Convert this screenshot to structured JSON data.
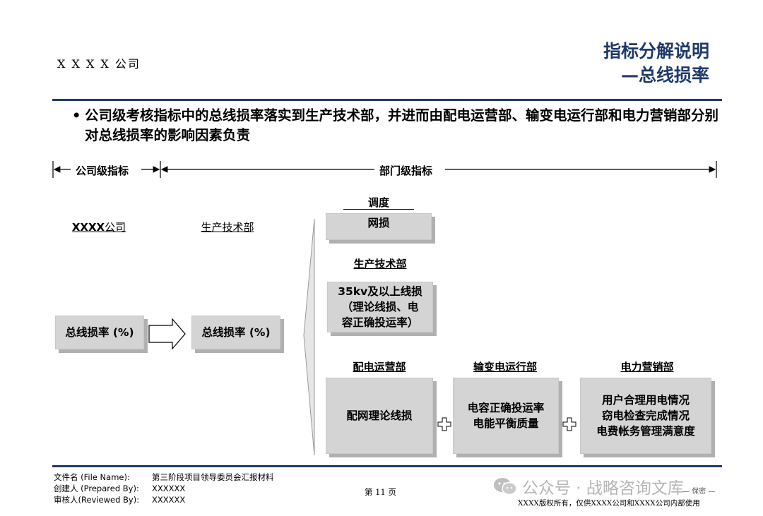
{
  "header": {
    "company": "X X X X 公司",
    "title_line1": "指标分解说明",
    "title_line2": "—总线损率"
  },
  "bullet": {
    "marker": "•",
    "text": "公司级考核指标中的总线损率落实到生产技术部，并进而由配电运营部、输变电运行部和电力营销部分别对总线损率的影响因素负责"
  },
  "scope": {
    "company_level": "公司级指标",
    "department_level": "部门级指标"
  },
  "left": {
    "company_title_bold": "XXXX",
    "company_title_rest": "公司",
    "company_box": "总线损率 (%)",
    "prod_title": "生产技术部",
    "prod_box": "总线损率 (%)"
  },
  "right": {
    "dispatch_title": "调度",
    "dispatch_box": "网损",
    "prod_title": "生产技术部",
    "prod_box_line1": "35kv及以上线损",
    "prod_box_line2": "（理论线损、电",
    "prod_box_line3": "容正确投运率）",
    "dist_title": "配电运营部",
    "dist_box": "配网理论线损",
    "trans_title": "输变电运行部",
    "trans_box_line1": "电容正确投运率",
    "trans_box_line2": "电能平衡质量",
    "sales_title": "电力营销部",
    "sales_box_line1": "用户合理用电情况",
    "sales_box_line2": "窃电检查完成情况",
    "sales_box_line3": "电费帐务管理满意度"
  },
  "footer": {
    "file_label": "文件名 (File Name):",
    "file_value": "第三阶段项目领导委员会汇报材料",
    "prepared_label": "创建人 (Prepared By):",
    "prepared_value": "XXXXXX",
    "reviewed_label": "审核人(Reviewed By):",
    "reviewed_value": "XXXXXX",
    "page": "第 11 页",
    "confidential": "— 保密 —",
    "copyright": "XXXX版权所有，仅供XXXX公司和XXXX公司内部使用",
    "watermark": "公众号 · 战略咨询文库"
  },
  "colors": {
    "accent": "#1f3a6b",
    "box_fill": "#d4d4d4",
    "box_shadow": "#b0b0b0"
  }
}
